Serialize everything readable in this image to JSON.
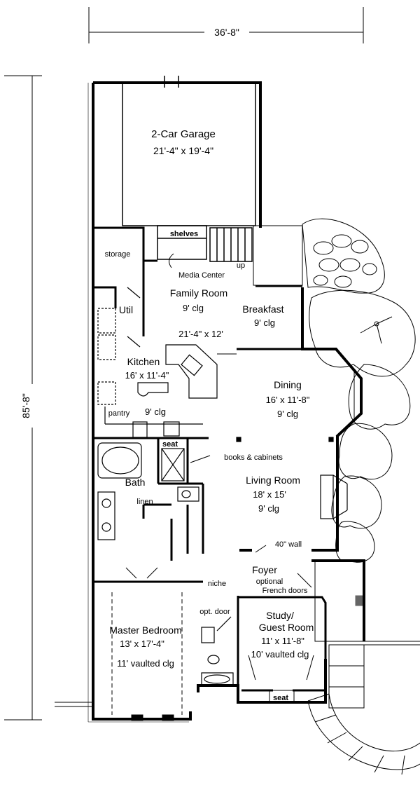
{
  "dimensions": {
    "width": "36'-8\"",
    "depth": "85'-8\""
  },
  "rooms": {
    "garage": {
      "name": "2-Car Garage",
      "size": "21'-4\" x 19'-4\""
    },
    "family": {
      "name": "Family Room",
      "clg": "9' clg",
      "size": "21'-4\" x 12'"
    },
    "breakfast": {
      "name": "Breakfast",
      "clg": "9' clg"
    },
    "kitchen": {
      "name": "Kitchen",
      "size": "16' x 11'-4\"",
      "clg": "9' clg"
    },
    "dining": {
      "name": "Dining",
      "size": "16' x 11'-8\"",
      "clg": "9' clg"
    },
    "util": {
      "name": "Util"
    },
    "bath": {
      "name": "Bath"
    },
    "living": {
      "name": "Living Room",
      "size": "18' x 15'",
      "clg": "9' clg"
    },
    "foyer": {
      "name": "Foyer",
      "note": "optional",
      "note2": "French doors"
    },
    "study": {
      "name": "Study/",
      "name2": "Guest Room",
      "size": "11' x 11'-8\"",
      "clg": "10' vaulted clg"
    },
    "master": {
      "name": "Master Bedroom",
      "size": "13' x 17'-4\"",
      "clg": "11' vaulted clg"
    }
  },
  "notes": {
    "shelves": "shelves",
    "storage": "storage",
    "media_center": "Media Center",
    "up": "up",
    "pantry": "pantry",
    "seat_bath": "seat",
    "books": "books & cabinets",
    "linen": "linen",
    "wall": "40\" wall",
    "niche": "niche",
    "opt_door": "opt. door",
    "seat_study": "seat"
  }
}
